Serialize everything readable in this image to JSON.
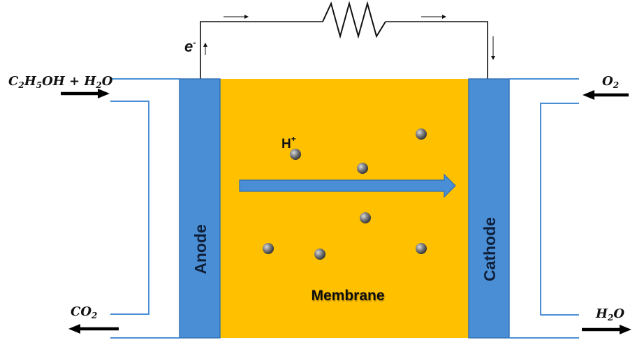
{
  "electrodes": {
    "anode_label": "Anode",
    "cathode_label": "Cathode",
    "electrode_color": "#4a8fd6"
  },
  "membrane": {
    "label": "Membrane",
    "color": "#ffc000",
    "ion_label": "H",
    "ion_charge": "+",
    "ion_count": 7,
    "ion_color": "#555555"
  },
  "circuit": {
    "electron_label": "e",
    "electron_charge": "-",
    "load": "resistor-symbol"
  },
  "flow_arrow": {
    "color": "#4a8fd6",
    "meaning": "proton-transport-arrow"
  },
  "streams": {
    "anode_inlet": {
      "parts": [
        "C",
        "2",
        "H",
        "5",
        "OH + H",
        "2",
        "O"
      ]
    },
    "anode_outlet": {
      "parts": [
        "CO",
        "2"
      ]
    },
    "cathode_inlet": {
      "parts": [
        "O",
        "2"
      ]
    },
    "cathode_outlet": {
      "parts": [
        "H",
        "2",
        "O"
      ]
    }
  },
  "pipe_color": "#4a8fd6"
}
